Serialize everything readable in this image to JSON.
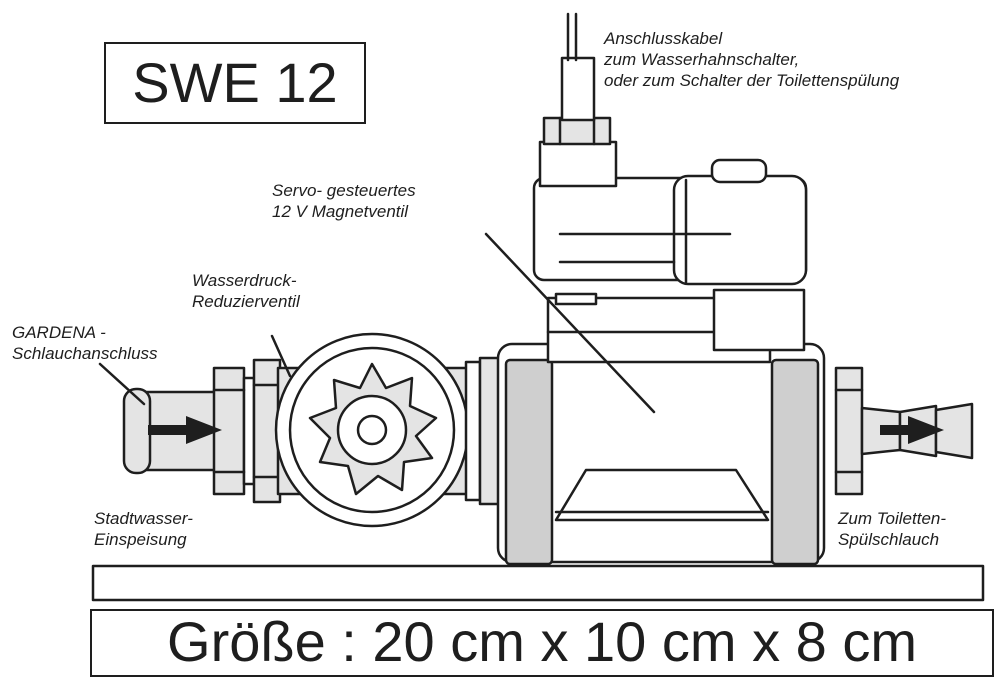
{
  "title": "SWE 12",
  "size_text": "Größe : 20 cm x 10 cm x 8 cm",
  "labels": {
    "cable": [
      "Anschlusskabel",
      "zum Wasserhahnschalter,",
      "oder zum Schalter der Toilettenspülung"
    ],
    "magnet": [
      "Servo- gesteuertes",
      "12 V Magnetventil"
    ],
    "reducer": [
      "Wasserdruck-",
      "Reduzierventil"
    ],
    "gardena": [
      "GARDENA -",
      "Schlauchanschluss"
    ],
    "inlet": [
      "Stadtwasser-",
      "Einspeisung"
    ],
    "outlet": [
      "Zum Toiletten-",
      "Spülschlauch"
    ]
  },
  "colors": {
    "line": "#1e1e1e",
    "fill_light": "#e4e4e4",
    "fill_mid": "#cfcfcf",
    "background": "#ffffff"
  },
  "icons": [
    "flow-arrow-icon",
    "gear-icon"
  ]
}
